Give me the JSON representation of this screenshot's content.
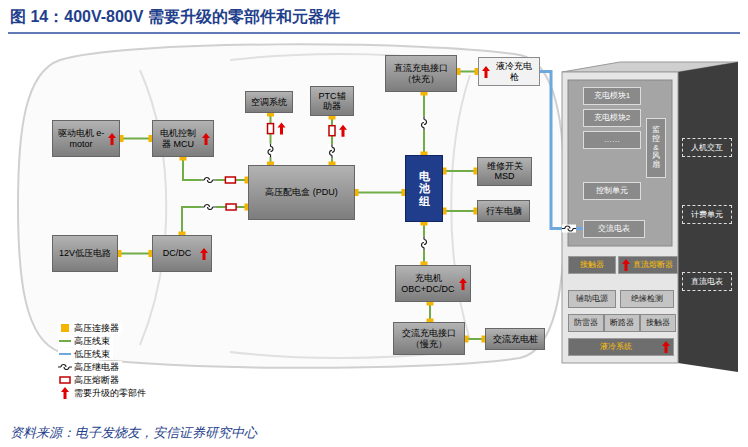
{
  "diagram": {
    "title": "图 14：400V-800V 需要升级的零部件和元器件",
    "caption": "资料来源：电子发烧友，安信证券研究中心",
    "nodes": [
      {
        "text": [
          "驱动电机 e-motor"
        ]
      },
      {
        "text": [
          "电机控制器 MCU"
        ]
      },
      {
        "text": [
          "空调系统"
        ]
      },
      {
        "text": [
          "PTC辅助器"
        ]
      },
      {
        "text": [
          "直流充电接口 （快充）"
        ]
      },
      {
        "text": [
          "液冷充电枪"
        ]
      },
      {
        "text": [
          "高压配电盒 (PDU)"
        ]
      },
      {
        "text": [
          "电池组"
        ]
      },
      {
        "text": [
          "维修开关 MSD"
        ]
      },
      {
        "text": [
          "行车电脑"
        ]
      },
      {
        "text": [
          "12V低压电路"
        ]
      },
      {
        "text": [
          "DC/DC"
        ]
      },
      {
        "text": [
          "充电机 OBC+DC/DC"
        ]
      },
      {
        "text": [
          "交流充电接口 （慢充）"
        ]
      },
      {
        "text": [
          "交流充电桩"
        ]
      },
      {
        "text": [
          "充电模块1"
        ]
      },
      {
        "text": [
          "充电模块2"
        ]
      },
      {
        "text": [
          "……"
        ]
      },
      {
        "text": [
          "监控&风扇"
        ]
      },
      {
        "text": [
          "控制单元"
        ]
      },
      {
        "text": [
          "交流电表"
        ]
      },
      {
        "text": [
          "人机交互"
        ]
      },
      {
        "text": [
          "计费单元"
        ]
      },
      {
        "text": [
          "接触器"
        ]
      },
      {
        "text": [
          "直流熔断器"
        ]
      },
      {
        "text": [
          "直流电表"
        ]
      },
      {
        "text": [
          "辅助电源"
        ]
      },
      {
        "text": [
          "绝缘检测"
        ]
      },
      {
        "text": [
          "防雷器"
        ]
      },
      {
        "text": [
          "断路器"
        ]
      },
      {
        "text": [
          "接触器"
        ]
      },
      {
        "text": [
          "液冷系统"
        ]
      }
    ],
    "edges": [
      {
        "from": 0,
        "to": 1,
        "arrow": "none"
      },
      {
        "from": 1,
        "to": 6,
        "arrow": "none"
      },
      {
        "from": 11,
        "to": 6,
        "arrow": "none"
      },
      {
        "from": 10,
        "to": 11,
        "arrow": "none"
      },
      {
        "from": 2,
        "to": 6,
        "arrow": "none"
      },
      {
        "from": 3,
        "to": 6,
        "arrow": "none"
      },
      {
        "from": 6,
        "to": 7,
        "arrow": "none"
      },
      {
        "from": 4,
        "to": 7,
        "arrow": "none"
      },
      {
        "from": 4,
        "to": 5,
        "arrow": "none"
      },
      {
        "from": 7,
        "to": 8,
        "arrow": "none"
      },
      {
        "from": 7,
        "to": 9,
        "arrow": "none"
      },
      {
        "from": 7,
        "to": 12,
        "arrow": "none"
      },
      {
        "from": 12,
        "to": 13,
        "arrow": "none"
      },
      {
        "from": 13,
        "to": 14,
        "arrow": "none"
      },
      {
        "from": 5,
        "to": 20,
        "arrow": "none"
      }
    ],
    "legend": [
      {
        "text": "高压连接器",
        "color": "#f5b400"
      },
      {
        "text": "高压线束"
      },
      {
        "text": "低压线束"
      },
      {
        "text": "高压继电器"
      },
      {
        "text": "高压熔断器"
      },
      {
        "text": "需要升级的零部件"
      }
    ]
  }
}
